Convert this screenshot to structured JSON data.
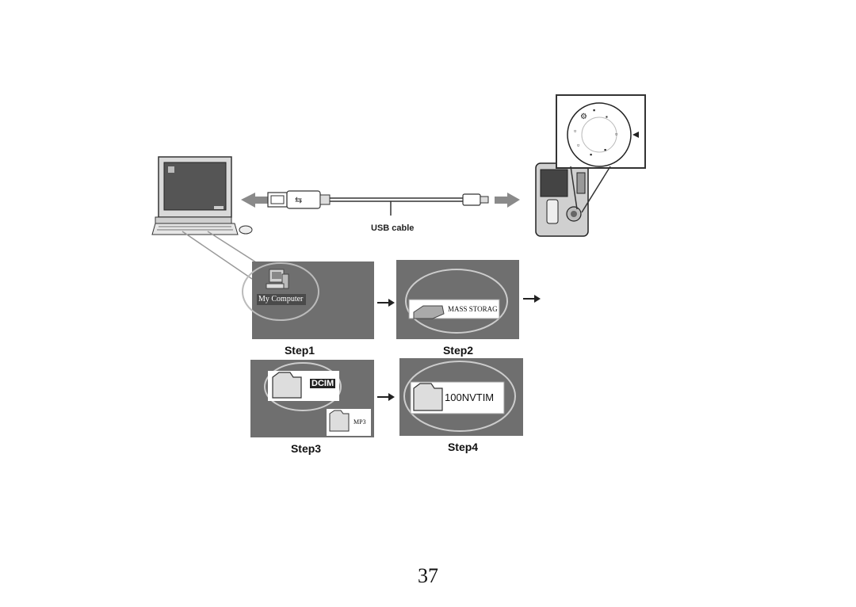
{
  "usb": {
    "label": "USB cable"
  },
  "steps": [
    {
      "label": "Step1",
      "item_text": "My Computer"
    },
    {
      "label": "Step2",
      "item_text": "MASS STORAG"
    },
    {
      "label": "Step3",
      "item_text": "DCIM",
      "secondary_text": "MP3"
    },
    {
      "label": "Step4",
      "item_text": "100NVTIM"
    }
  ],
  "page": {
    "number": "37"
  },
  "colors": {
    "panel": "#6f6f6f",
    "arrow": "#888888",
    "line": "#444444"
  }
}
